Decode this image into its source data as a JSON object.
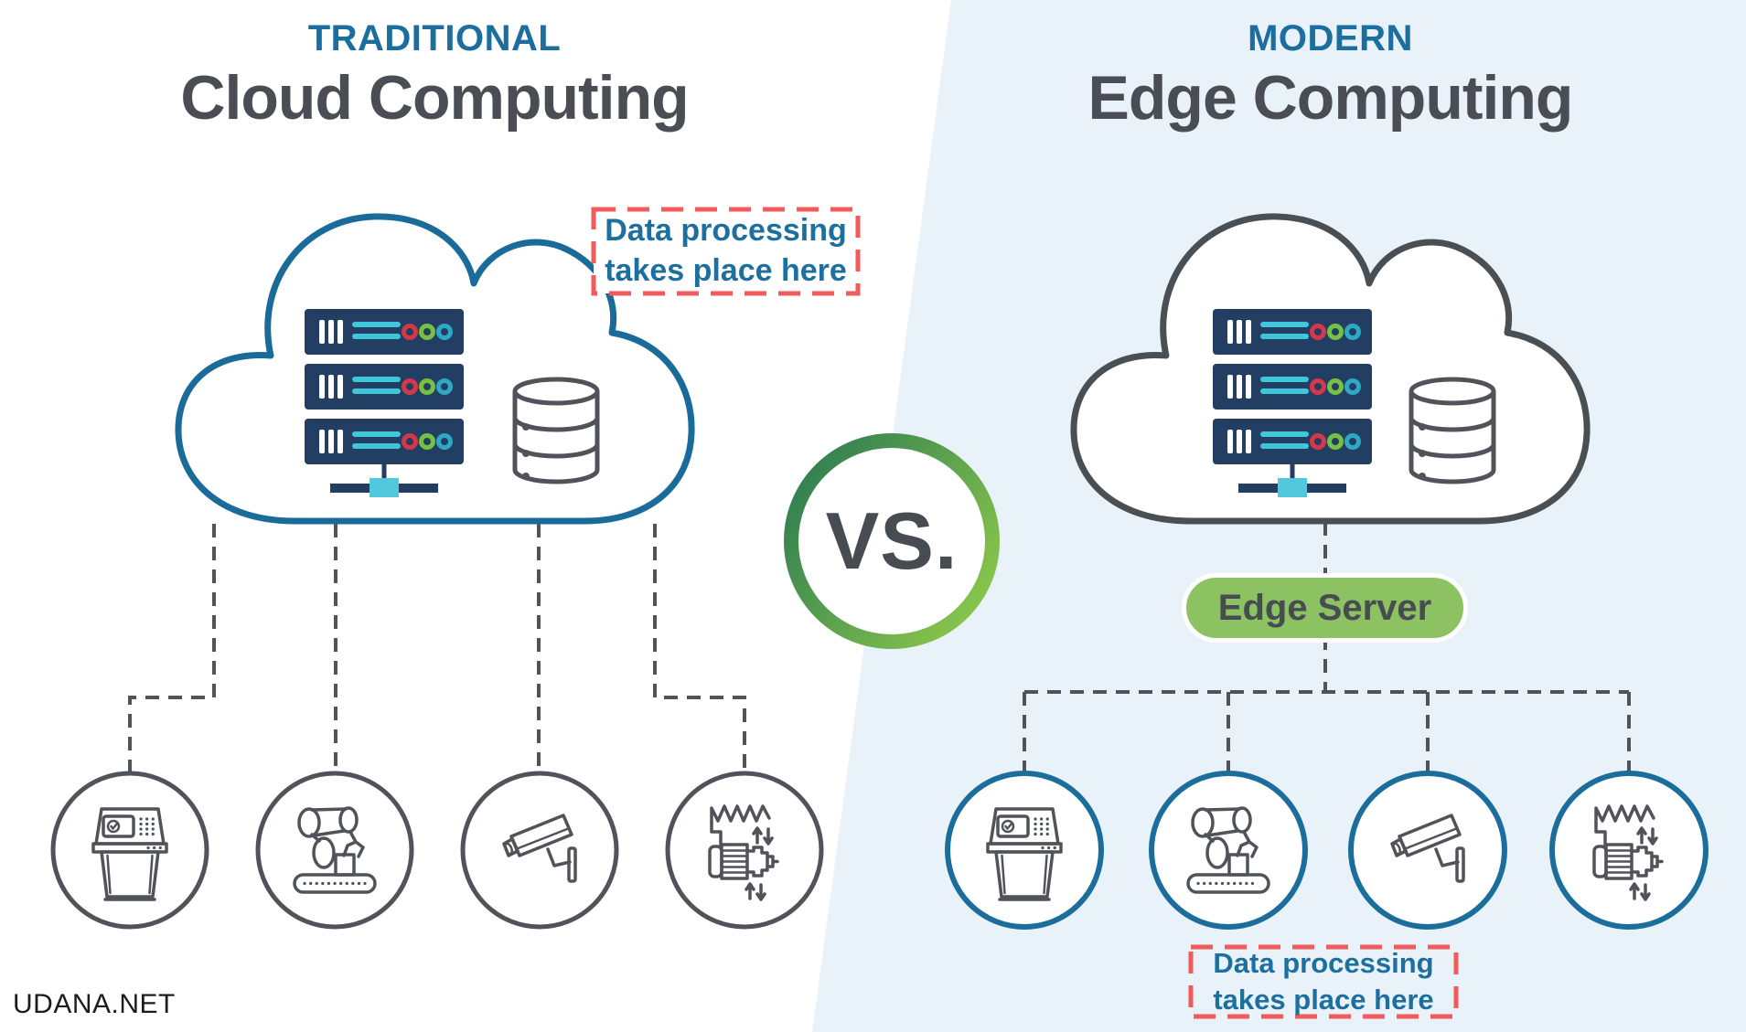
{
  "left_panel": {
    "eyebrow": "TRADITIONAL",
    "title": "Cloud Computing",
    "note": {
      "line1": "Data processing",
      "line2": "takes place here"
    },
    "device_icons": [
      "interactive-kiosk-icon",
      "robotic-arm-icon",
      "security-camera-icon",
      "industrial-motor-icon"
    ]
  },
  "right_panel": {
    "eyebrow": "MODERN",
    "title": "Edge Computing",
    "badge": "Edge Server",
    "note": {
      "line1": "Data processing",
      "line2": "takes place here"
    },
    "device_icons": [
      "interactive-kiosk-icon",
      "robotic-arm-icon",
      "security-camera-icon",
      "industrial-motor-icon"
    ]
  },
  "divider": {
    "vs": "VS."
  },
  "footer": {
    "watermark": "UDANA.NET"
  },
  "icons": {
    "cloud": "cloud-icon",
    "servers": "server-rack-icon",
    "database": "database-icon"
  },
  "colors": {
    "accent_blue": "#1c6e9e",
    "heading_gray": "#4a4e54",
    "right_panel_bg": "#e9f2f9",
    "cloud_left_stroke": "#1a6b9a",
    "cloud_right_stroke": "#4a4f54",
    "server_navy": "#223e62",
    "server_teal": "#3fc6d8",
    "led_red": "#d5374b",
    "led_green": "#76c043",
    "led_teal": "#2fa8c5",
    "edge_badge_green": "#8cc261",
    "vs_gradient_start": "#2e7d52",
    "vs_gradient_end": "#8dc84b",
    "warning_red": "#f15b5b",
    "device_circle_left": "#50545a",
    "device_circle_right": "#1b6d9b"
  }
}
